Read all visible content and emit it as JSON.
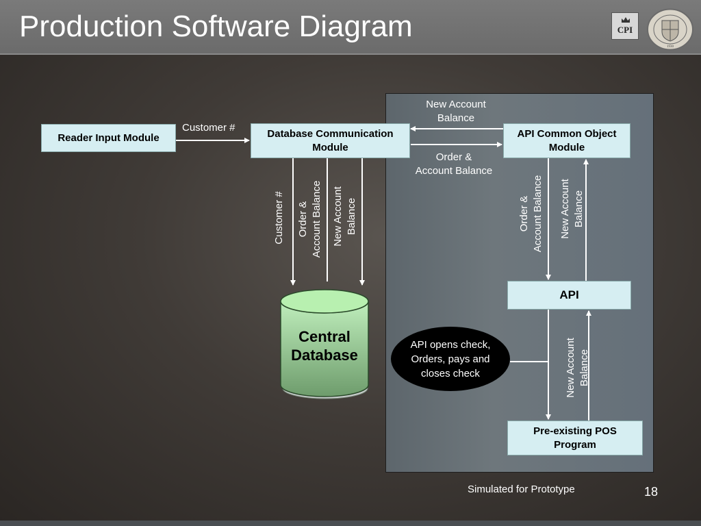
{
  "header": {
    "title": "Production Software Diagram",
    "logo_text": "CPI",
    "seal_text": "OLD DOMINION UNIVERSITY",
    "seal_year": "1930"
  },
  "boxes": {
    "reader_input": "Reader Input Module",
    "db_comm": "Database Communication Module",
    "api_common": "API Common Object Module",
    "api": "API",
    "pos": "Pre-existing POS Program"
  },
  "labels": {
    "customer_h": "Customer #",
    "new_account_balance_top": "New Account\nBalance",
    "order_account_balance_h": "Order &\nAccount Balance",
    "customer_v": "Customer #",
    "order_account_balance_v1": "Order &\nAccount Balance",
    "new_account_balance_v1": "New Account\nBalance",
    "order_account_balance_v2": "Order &\nAccount Balance",
    "new_account_balance_v2": "New Account\nBalance",
    "new_account_balance_v3": "New Account\nBalance"
  },
  "database": {
    "label": "Central\nDatabase"
  },
  "ellipse": {
    "text": "API opens check,\nOrders, pays and\ncloses check"
  },
  "footer": {
    "note": "Simulated for Prototype",
    "page_number": "18"
  }
}
